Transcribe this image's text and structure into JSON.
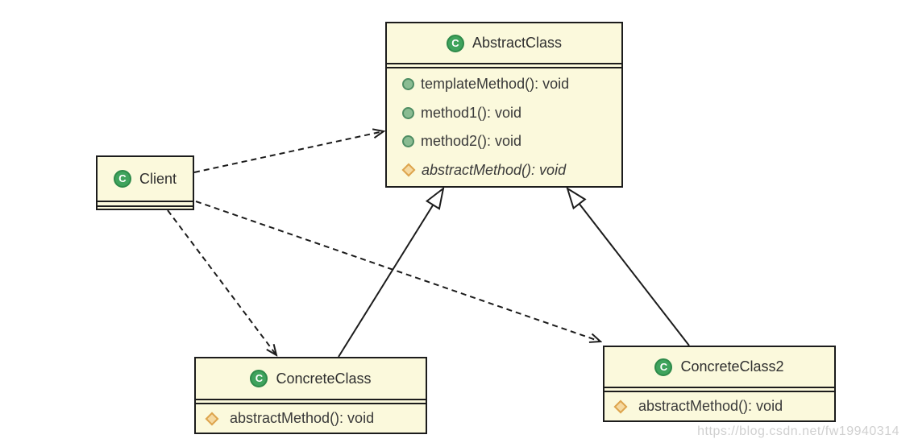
{
  "colors": {
    "background": "#ffffff",
    "node_fill": "#fbf9dc",
    "node_border": "#1c1c1c",
    "title_text": "#2f2f2f",
    "method_text": "#3a3a3a",
    "class_icon_fill": "#3fa35d",
    "class_icon_ring": "#2e8a4a",
    "method_icon_fill": "#8abc92",
    "method_icon_border": "#4e8d63",
    "abstract_icon_fill": "#f5d9a0",
    "abstract_icon_border": "#dda44d",
    "edge_color": "#1c1c1c",
    "watermark_color": "#d0d0d0"
  },
  "class_icon_letter": "C",
  "classes": [
    {
      "name": "AbstractClass",
      "methods": [
        {
          "label": "templateMethod(): void",
          "visibility": "public",
          "abstract": false
        },
        {
          "label": "method1(): void",
          "visibility": "public",
          "abstract": false
        },
        {
          "label": "method2(): void",
          "visibility": "public",
          "abstract": false
        },
        {
          "label": "abstractMethod(): void",
          "visibility": "abstract",
          "abstract": true
        }
      ]
    },
    {
      "name": "Client",
      "methods": []
    },
    {
      "name": "ConcreteClass",
      "methods": [
        {
          "label": "abstractMethod(): void",
          "visibility": "abstract",
          "abstract": false
        }
      ]
    },
    {
      "name": "ConcreteClass2",
      "methods": [
        {
          "label": "abstractMethod(): void",
          "visibility": "abstract",
          "abstract": false
        }
      ]
    }
  ],
  "edges": [
    {
      "from": "Client",
      "to": "AbstractClass",
      "type": "dashed-dependency"
    },
    {
      "from": "Client",
      "to": "ConcreteClass",
      "type": "dashed-dependency"
    },
    {
      "from": "Client",
      "to": "ConcreteClass2",
      "type": "dashed-dependency"
    },
    {
      "from": "ConcreteClass",
      "to": "AbstractClass",
      "type": "inheritance"
    },
    {
      "from": "ConcreteClass2",
      "to": "AbstractClass",
      "type": "inheritance"
    }
  ],
  "watermark": "https://blog.csdn.net/fw19940314"
}
